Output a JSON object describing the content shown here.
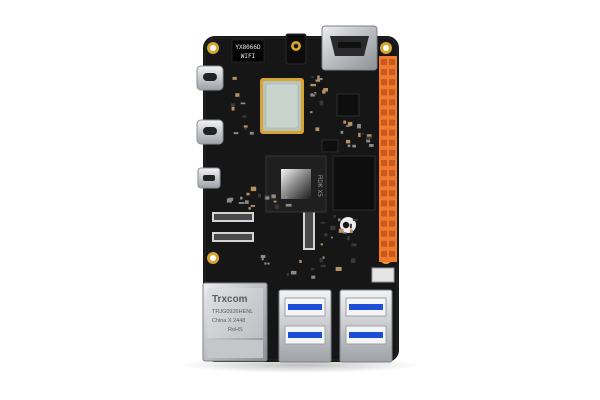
{
  "board": {
    "wifi_module_label_line1": "YX8066D",
    "wifi_module_label_line2": "WIFI",
    "soc_marking": "RDK X5",
    "ethernet_brand": "Trxcom",
    "ethernet_part_line1": "TRJG0926HENL",
    "ethernet_part_line2": "China X 2448",
    "ethernet_cert": "RoHS",
    "colors": {
      "pcb": "#161616",
      "gpio_header": "#f07a30",
      "usb_tongue": "#1c4fd6",
      "metal": "#c7c9cc",
      "gold": "#d8a431"
    }
  }
}
